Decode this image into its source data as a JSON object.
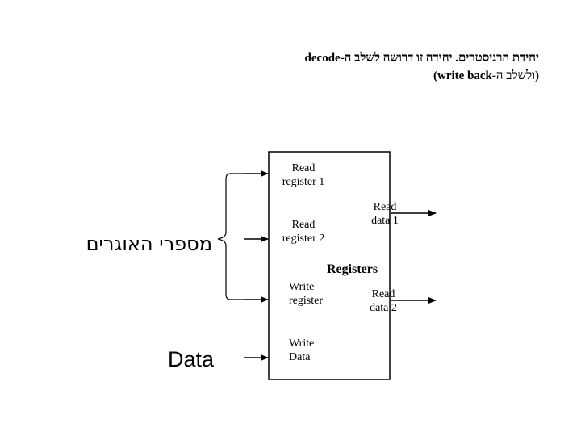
{
  "heading": {
    "line1": "יחידת הרגיסטרים. יחידה זו דרושה לשלב ה-decode",
    "line2": "(ולשלב ה-write back)"
  },
  "inputs": {
    "read_register_1": [
      "Read",
      "register  1"
    ],
    "read_register_2": [
      "Read",
      "register  2"
    ],
    "write_register": [
      "Write",
      "register"
    ],
    "write_data": [
      "Write",
      "Data"
    ]
  },
  "outputs": {
    "read_data_1": [
      "Read",
      "data    1"
    ],
    "read_data_2": [
      "Read",
      "data   2"
    ]
  },
  "block_label": "Registers",
  "left_labels": {
    "register_numbers": "מספרי האוגרים",
    "data": "Data"
  }
}
